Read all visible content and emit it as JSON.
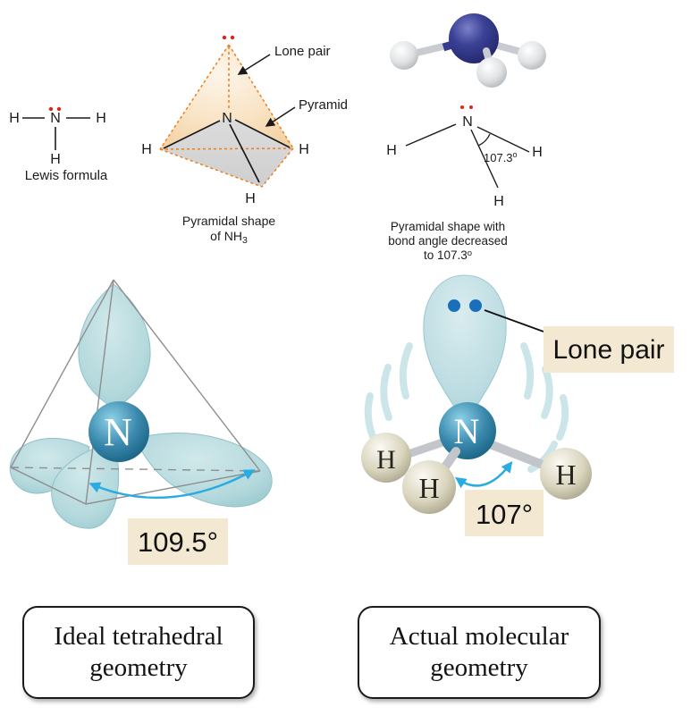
{
  "colors": {
    "orange": "#ef7c1a",
    "red_dots": "#d8261b",
    "tan_label": "#f3e9d2",
    "arrow_blue": "#2aabe2",
    "lone_pair_dot_blue": "#1a6fba",
    "nitrogen_navy": "#353c90",
    "nitrogen_teal": "#2f7fa6",
    "orbital_teal": "#a9d2d8"
  },
  "lewis": {
    "h_left": "H",
    "n": "N",
    "h_right": "H",
    "h_bottom": "H",
    "caption": "Lewis formula"
  },
  "pyramid": {
    "n": "N",
    "h_left": "H",
    "h_right": "H",
    "h_bottom": "H",
    "lone_pair_label": "Lone pair",
    "pyramid_label": "Pyramid",
    "caption_line1": "Pyramidal shape",
    "caption_line2_prefix": "of NH",
    "caption_line2_sub": "3"
  },
  "ballstick": {
    "formula": {
      "n": "N",
      "h_left": "H",
      "h_right": "H",
      "h_bottom": "H",
      "angle_value": "107.3",
      "degree_mark": "o"
    },
    "caption_line1": "Pyramidal shape with",
    "caption_line2": "bond angle decreased",
    "caption_line3_prefix": "to 107.3"
  },
  "ideal_orbital": {
    "n": "N",
    "angle_label": "109.5°"
  },
  "actual_orbital": {
    "n": "N",
    "h_left": "H",
    "h_mid": "H",
    "h_right": "H",
    "angle_label": "107°",
    "lone_pair_label": "Lone pair"
  },
  "footer": {
    "left_line1": "Ideal tetrahedral",
    "left_line2": "geometry",
    "right_line1": "Actual molecular",
    "right_line2": "geometry"
  }
}
